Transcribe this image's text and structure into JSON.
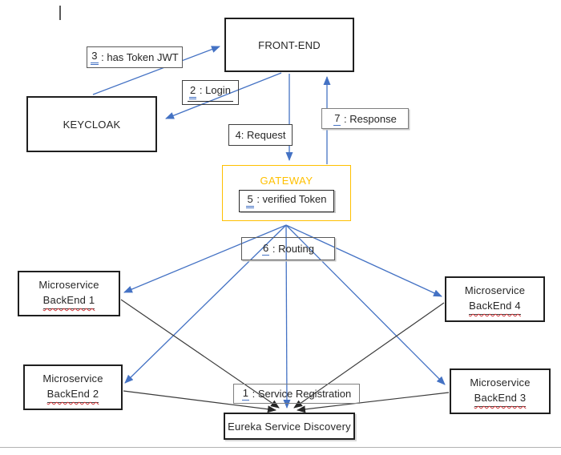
{
  "nodes": {
    "frontend": {
      "label": "FRONT-END"
    },
    "keycloak": {
      "label": "KEYCLOAK"
    },
    "gateway": {
      "title": "GATEWAY",
      "badge_num": "5",
      "badge_text": " : verified Token"
    },
    "microservice1": {
      "line1": "Microservice",
      "line2": "BackEnd 1"
    },
    "microservice2": {
      "line1": "Microservice",
      "line2": "BackEnd 2"
    },
    "microservice3": {
      "line1": "Microservice",
      "line2": "BackEnd 3"
    },
    "microservice4": {
      "line1": "Microservice",
      "line2": "BackEnd 4"
    },
    "eureka": {
      "label": "Eureka Service Discovery"
    }
  },
  "edge_labels": {
    "has_token": {
      "num": "3",
      "text": " : has Token JWT"
    },
    "login": {
      "num": "2",
      "text": " : Login"
    },
    "request": {
      "text": "4: Request"
    },
    "response": {
      "num": "7",
      "text": " : Response"
    },
    "routing": {
      "num": "6",
      "text": " : Routing"
    },
    "registration": {
      "num": "1",
      "text": " : Service Registration"
    }
  },
  "colors": {
    "arrow_blue": "#4472C4",
    "arrow_black": "#3b3b3b",
    "gateway_gold": "#FFC000",
    "spellcheck_red": "#d13438"
  }
}
